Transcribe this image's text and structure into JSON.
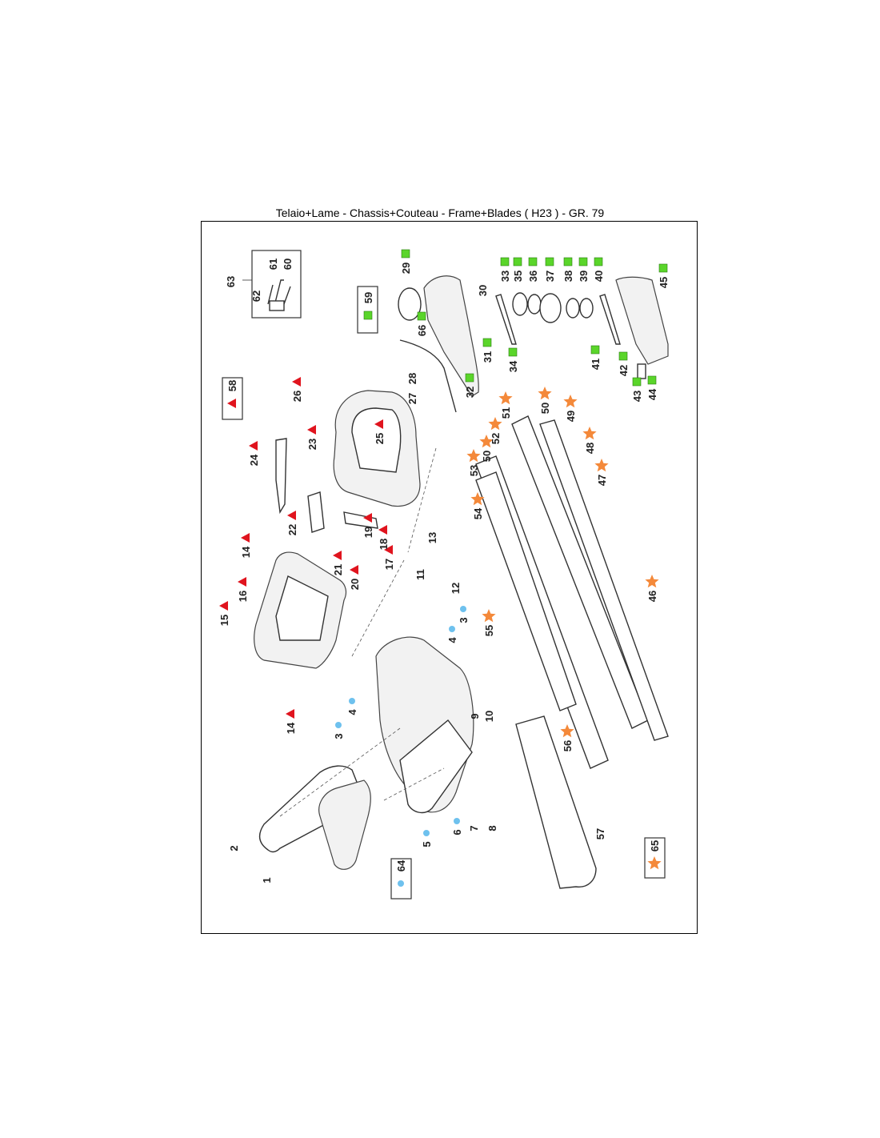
{
  "title": "Telaio+Lame  -  Chassis+Couteau  -  Frame+Blades  ( H23 )  -  GR. 79",
  "legend_colors": {
    "triangle": "#e0141e",
    "square": "#5ad52a",
    "circle": "#6ec1ee",
    "star": "#f4893a"
  },
  "kits": [
    {
      "id": "58",
      "marker": "triangle"
    },
    {
      "id": "59",
      "marker": "square"
    },
    {
      "id": "64",
      "marker": "circle"
    },
    {
      "id": "65",
      "marker": "star"
    }
  ],
  "toolkit": {
    "id": "63",
    "parts": [
      "60",
      "61",
      "62"
    ]
  },
  "callouts": [
    {
      "n": "1",
      "marker": null
    },
    {
      "n": "2",
      "marker": null
    },
    {
      "n": "3",
      "marker": "circle"
    },
    {
      "n": "3b",
      "label": "3",
      "marker": "circle"
    },
    {
      "n": "4",
      "marker": "circle"
    },
    {
      "n": "4b",
      "label": "4",
      "marker": "circle"
    },
    {
      "n": "5",
      "marker": "circle"
    },
    {
      "n": "6",
      "marker": "circle"
    },
    {
      "n": "7",
      "marker": null
    },
    {
      "n": "8",
      "marker": null
    },
    {
      "n": "9",
      "marker": null
    },
    {
      "n": "10",
      "marker": null
    },
    {
      "n": "11",
      "marker": null
    },
    {
      "n": "12",
      "marker": null
    },
    {
      "n": "13",
      "marker": null
    },
    {
      "n": "14",
      "marker": "triangle"
    },
    {
      "n": "14b",
      "label": "14",
      "marker": "triangle"
    },
    {
      "n": "15",
      "marker": "triangle"
    },
    {
      "n": "16",
      "marker": "triangle"
    },
    {
      "n": "17",
      "marker": "triangle"
    },
    {
      "n": "18",
      "marker": "triangle"
    },
    {
      "n": "19",
      "marker": "triangle"
    },
    {
      "n": "20",
      "marker": "triangle"
    },
    {
      "n": "21",
      "marker": "triangle"
    },
    {
      "n": "22",
      "marker": "triangle"
    },
    {
      "n": "23",
      "marker": "triangle"
    },
    {
      "n": "24",
      "marker": "triangle"
    },
    {
      "n": "25",
      "marker": "triangle"
    },
    {
      "n": "26",
      "marker": "triangle"
    },
    {
      "n": "27",
      "marker": null
    },
    {
      "n": "28",
      "marker": null
    },
    {
      "n": "29",
      "marker": "square"
    },
    {
      "n": "30",
      "marker": null
    },
    {
      "n": "31",
      "marker": "square"
    },
    {
      "n": "32",
      "marker": "square"
    },
    {
      "n": "33",
      "marker": "square"
    },
    {
      "n": "34",
      "marker": "square"
    },
    {
      "n": "35",
      "marker": "square"
    },
    {
      "n": "36",
      "marker": "square"
    },
    {
      "n": "37",
      "marker": "square"
    },
    {
      "n": "38",
      "marker": "square"
    },
    {
      "n": "39",
      "marker": "square"
    },
    {
      "n": "40",
      "marker": "square"
    },
    {
      "n": "41",
      "marker": "square"
    },
    {
      "n": "42",
      "marker": "square"
    },
    {
      "n": "43",
      "marker": "square"
    },
    {
      "n": "44",
      "marker": "square"
    },
    {
      "n": "45",
      "marker": "square"
    },
    {
      "n": "46",
      "marker": "star"
    },
    {
      "n": "47",
      "marker": "star"
    },
    {
      "n": "48",
      "marker": "star"
    },
    {
      "n": "49",
      "marker": "star"
    },
    {
      "n": "50",
      "marker": "star"
    },
    {
      "n": "50b",
      "label": "50",
      "marker": "star"
    },
    {
      "n": "51",
      "marker": "star"
    },
    {
      "n": "52",
      "marker": "star"
    },
    {
      "n": "53",
      "marker": "star"
    },
    {
      "n": "54",
      "marker": "star"
    },
    {
      "n": "55",
      "marker": "star"
    },
    {
      "n": "56",
      "marker": "star"
    },
    {
      "n": "57",
      "marker": null
    },
    {
      "n": "60",
      "marker": null
    },
    {
      "n": "61",
      "marker": null
    },
    {
      "n": "62",
      "marker": null
    },
    {
      "n": "63",
      "marker": null
    },
    {
      "n": "66",
      "marker": "square"
    }
  ]
}
